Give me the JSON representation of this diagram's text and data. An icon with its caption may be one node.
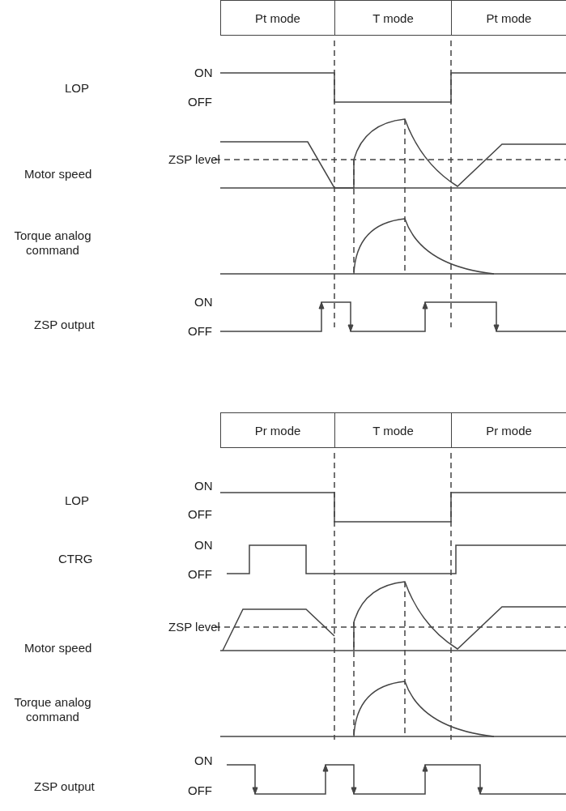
{
  "diagram": {
    "nodes": [
      {
        "text": [
          "Pt mode"
        ]
      },
      {
        "text": [
          "T mode"
        ]
      },
      {
        "text": [
          "Pt mode"
        ]
      },
      {
        "text": [
          "Pr mode"
        ]
      },
      {
        "text": [
          "T mode"
        ]
      },
      {
        "text": [
          "Pr mode"
        ]
      }
    ],
    "labels": [
      "ON",
      "LOP",
      "OFF",
      "ZSP level",
      "Motor speed",
      "Torque analog command",
      "ON",
      "ZSP output",
      "OFF",
      "ON",
      "LOP",
      "OFF",
      "ON",
      "CTRG",
      "OFF",
      "ZSP level",
      "Motor speed",
      "Torque analog command",
      "ON",
      "ZSP output",
      "OFF"
    ]
  }
}
